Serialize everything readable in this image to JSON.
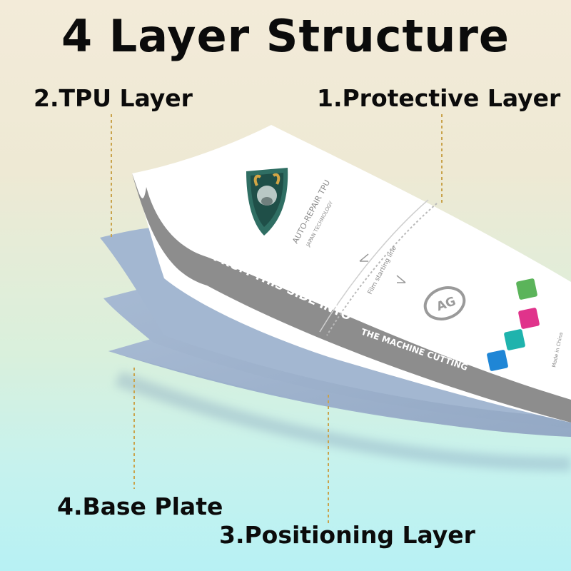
{
  "title": "4 Layer Structure",
  "labels": {
    "protective": "1.Protective Layer",
    "tpu": "2.TPU Layer",
    "positioning": "3.Positioning Layer",
    "base": "4.Base Plate"
  },
  "film": {
    "strip_text_large": "FROM THIS SIDE INTO",
    "strip_text_small": "THE MACHINE CUTTING",
    "brand_line1": "AUTO-REPAIR TPU",
    "brand_line2": "JAPAN TECHNOLOGY",
    "peel_text": "Film starting line",
    "ag_badge": "AG",
    "made_in": "Made in China"
  },
  "colors": {
    "sheet_blue": "#9fb4cf",
    "sheet_blue_edge": "#8aa0bd",
    "strip_gray": "#8b8b8b",
    "leader": "#c9a24a"
  }
}
